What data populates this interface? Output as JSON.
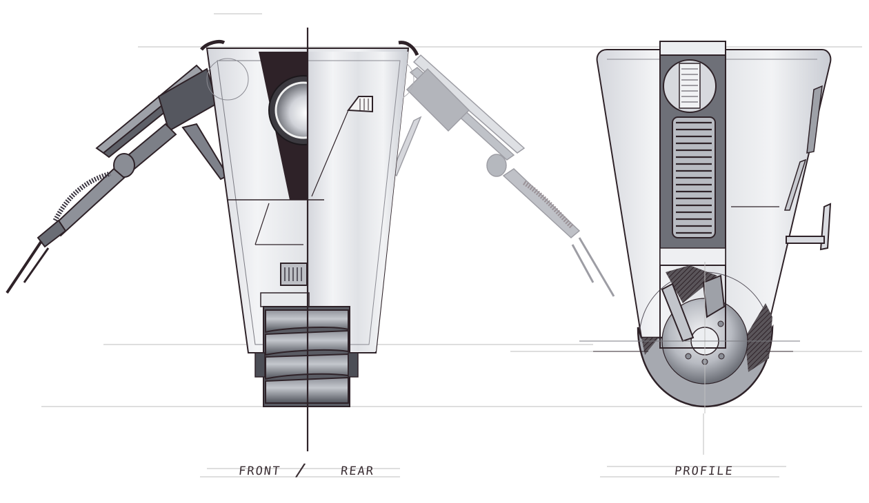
{
  "sheet": {
    "type": "orthographic concept sketch",
    "subject": "single-wheeled robot",
    "views": [
      {
        "id": "front-rear",
        "label_left": "FRONT",
        "separator": "/",
        "label_right": "REAR"
      },
      {
        "id": "profile",
        "label": "PROFILE"
      }
    ]
  },
  "labels": {
    "front": "FRONT",
    "slash": "/",
    "rear": "REAR",
    "profile": "PROFILE"
  },
  "colors": {
    "ink": "#2e2228",
    "marker_dark": "#4a4a52",
    "marker_mid": "#8a8d96",
    "marker_light": "#c9ccd3",
    "construction_line": "#b5b5b5",
    "paper": "#ffffff"
  }
}
